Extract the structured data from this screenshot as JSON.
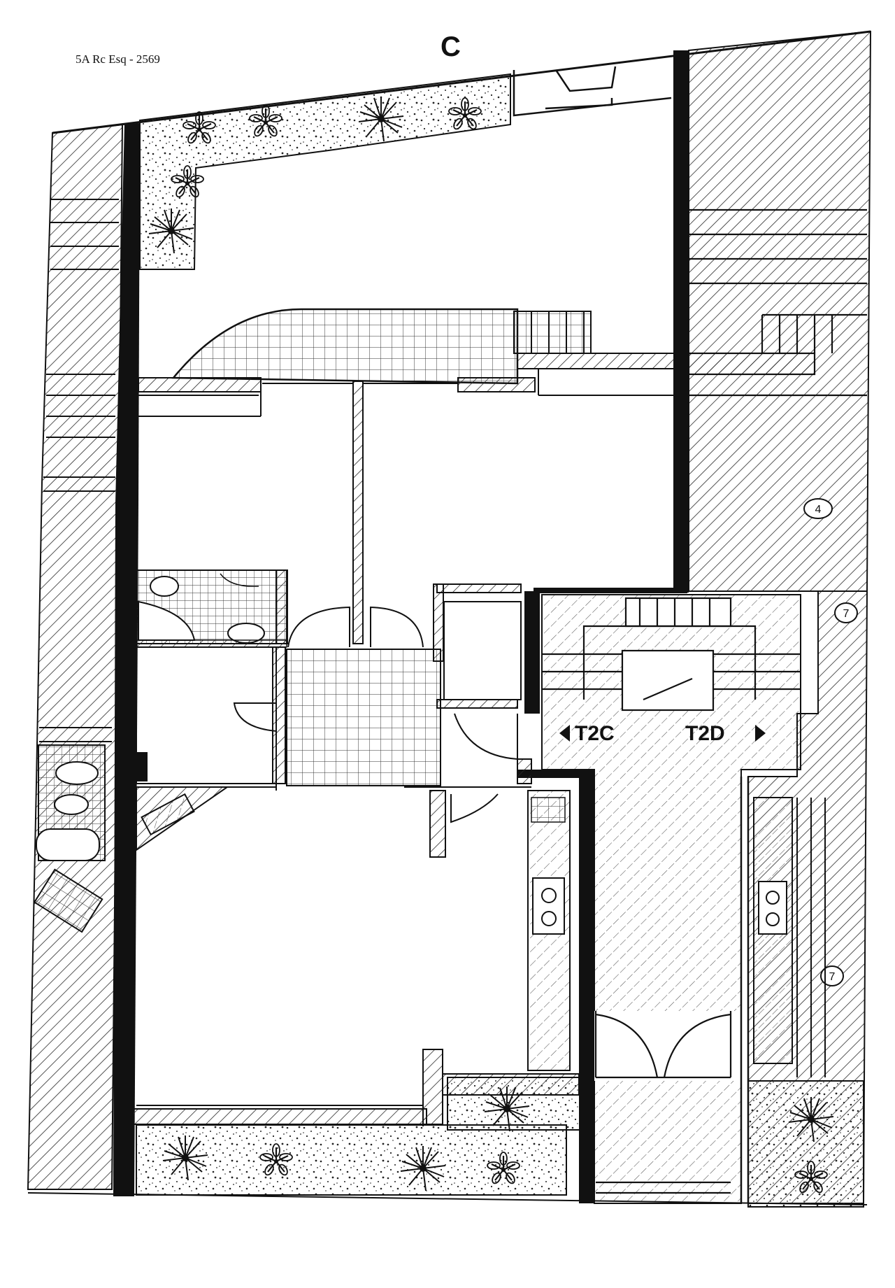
{
  "document": {
    "reference": "5A Rc Esq - 2569",
    "section_letter": "C"
  },
  "units": {
    "left": "T2C",
    "right": "T2D"
  },
  "markers": {
    "m1": "4",
    "m2": "7",
    "m3": "7"
  },
  "colors": {
    "ink": "#111111",
    "paper": "#ffffff",
    "hatch": "#2a2a2a"
  }
}
